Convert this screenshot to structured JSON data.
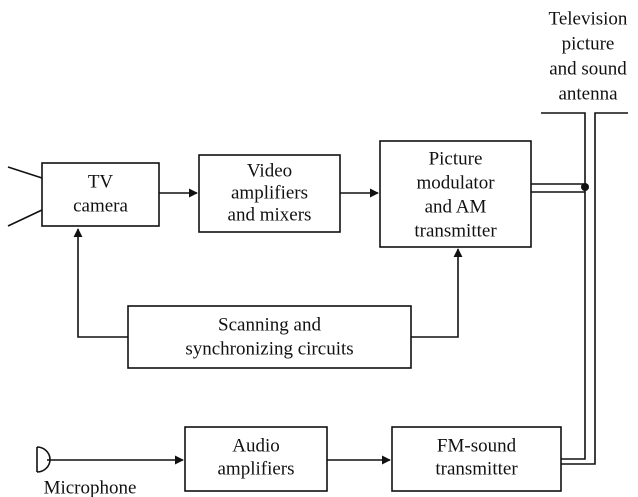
{
  "blocks": {
    "tv_camera": [
      "TV",
      "camera"
    ],
    "video_amplifiers": [
      "Video",
      "amplifiers",
      "and mixers"
    ],
    "picture_modulator": [
      "Picture",
      "modulator",
      "and AM",
      "transmitter"
    ],
    "scanning_circuits": [
      "Scanning and",
      "synchronizing circuits"
    ],
    "audio_amplifiers": [
      "Audio",
      "amplifiers"
    ],
    "fm_transmitter": [
      "FM-sound",
      "transmitter"
    ]
  },
  "labels": {
    "antenna": [
      "Television",
      "picture",
      "and sound",
      "antenna"
    ],
    "microphone": "Microphone"
  }
}
